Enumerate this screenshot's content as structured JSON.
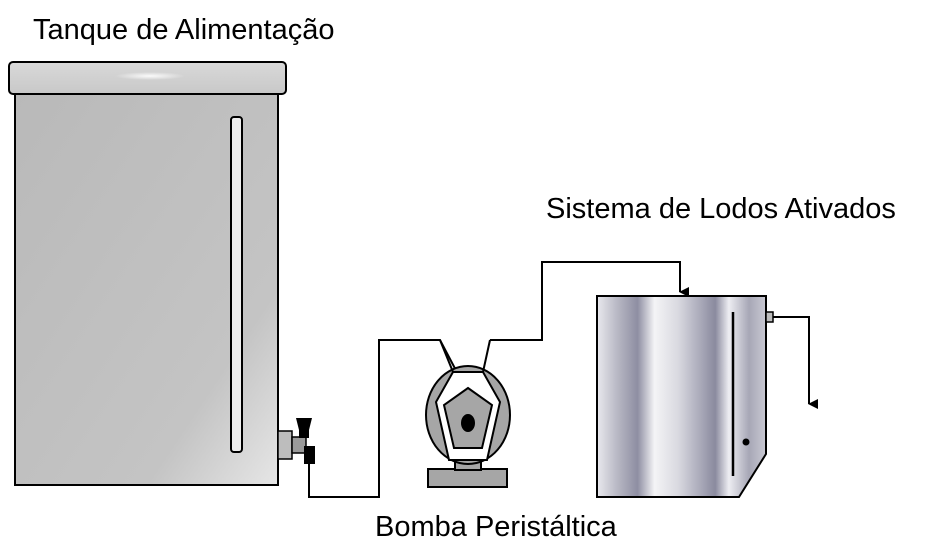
{
  "labels": {
    "feed_tank": "Tanque de Alimentação",
    "activated_sludge_system": "Sistema de Lodos Ativados",
    "peristaltic_pump": "Bomba Peristáltica"
  },
  "colors": {
    "outline": "#000000",
    "tank_body": "#c2c2c2",
    "pump_body": "#a6a6a6",
    "reactor_dark": "#8a8aa0",
    "reactor_light": "#f2f2f4",
    "background": "#ffffff"
  }
}
